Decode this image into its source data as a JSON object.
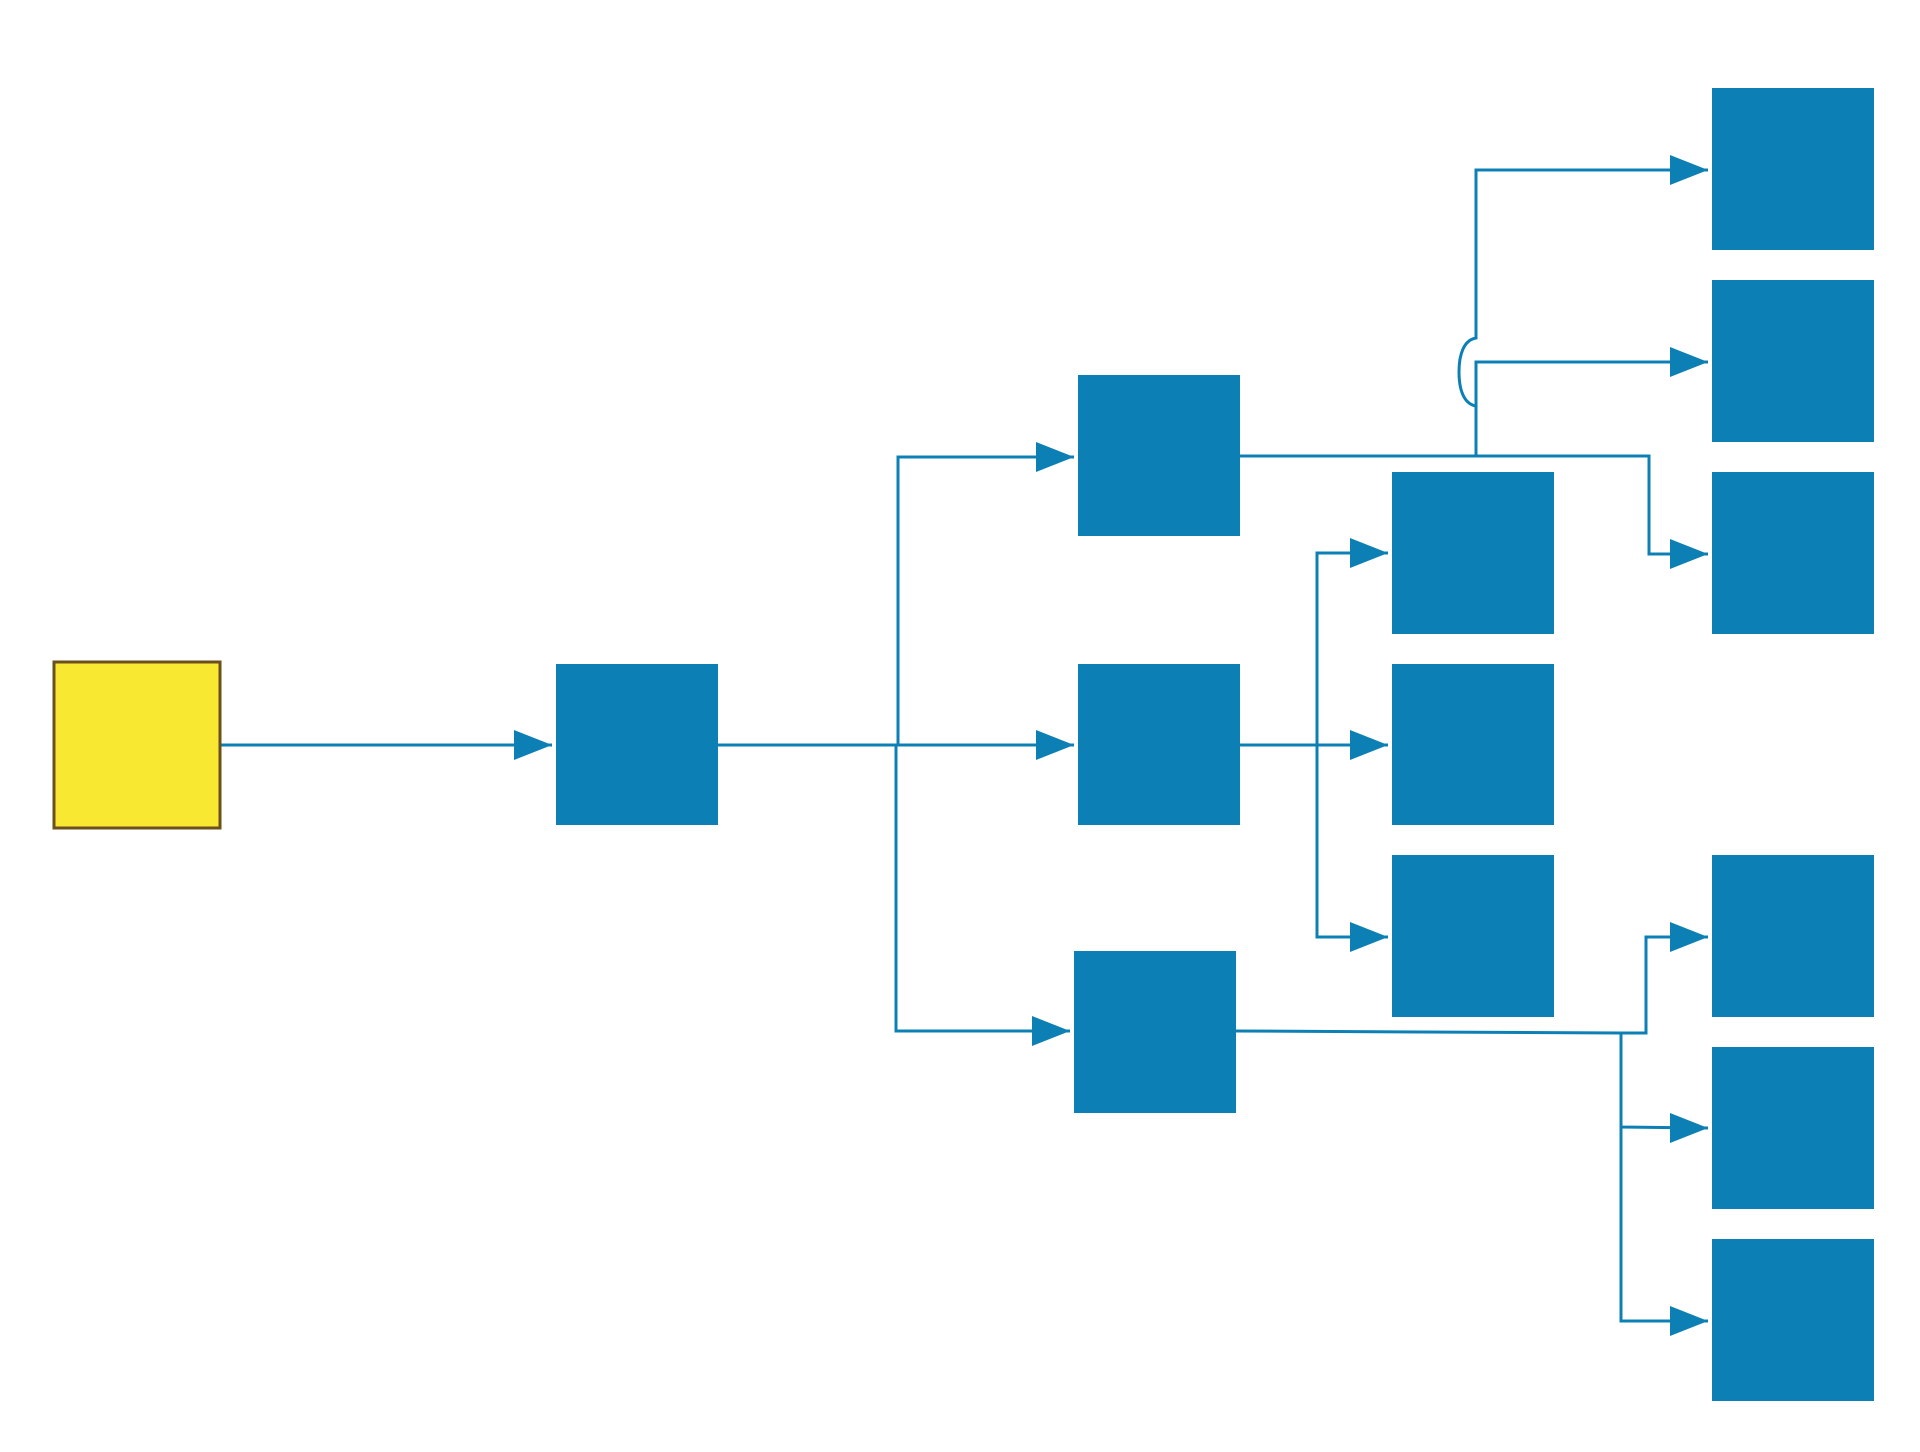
{
  "diagram": {
    "type": "tree-flowchart",
    "colors": {
      "background": "#ffffff",
      "root_fill": "#f8e831",
      "root_stroke": "#6b4f1d",
      "node_fill": "#0c80b4",
      "connector": "#0c80b4"
    },
    "nodes": [
      {
        "id": "root",
        "kind": "root",
        "label": ""
      },
      {
        "id": "hub",
        "kind": "node",
        "label": ""
      },
      {
        "id": "branch-top",
        "kind": "node",
        "label": ""
      },
      {
        "id": "branch-middle",
        "kind": "node",
        "label": ""
      },
      {
        "id": "branch-bottom",
        "kind": "node",
        "label": ""
      },
      {
        "id": "mid-child-1",
        "kind": "node",
        "label": ""
      },
      {
        "id": "mid-child-2",
        "kind": "node",
        "label": ""
      },
      {
        "id": "mid-child-3",
        "kind": "node",
        "label": ""
      },
      {
        "id": "top-child-1",
        "kind": "node",
        "label": ""
      },
      {
        "id": "top-child-2",
        "kind": "node",
        "label": ""
      },
      {
        "id": "top-child-3",
        "kind": "node",
        "label": ""
      },
      {
        "id": "bottom-child-1",
        "kind": "node",
        "label": ""
      },
      {
        "id": "bottom-child-2",
        "kind": "node",
        "label": ""
      },
      {
        "id": "bottom-child-3",
        "kind": "node",
        "label": ""
      }
    ],
    "edges": [
      {
        "from": "root",
        "to": "hub"
      },
      {
        "from": "hub",
        "to": "branch-top"
      },
      {
        "from": "hub",
        "to": "branch-middle"
      },
      {
        "from": "hub",
        "to": "branch-bottom"
      },
      {
        "from": "branch-middle",
        "to": "mid-child-1"
      },
      {
        "from": "branch-middle",
        "to": "mid-child-2"
      },
      {
        "from": "branch-middle",
        "to": "mid-child-3"
      },
      {
        "from": "branch-top",
        "to": "top-child-1"
      },
      {
        "from": "branch-top",
        "to": "top-child-2"
      },
      {
        "from": "branch-top",
        "to": "top-child-3"
      },
      {
        "from": "branch-bottom",
        "to": "bottom-child-1"
      },
      {
        "from": "branch-bottom",
        "to": "bottom-child-2"
      },
      {
        "from": "branch-bottom",
        "to": "bottom-child-3"
      }
    ]
  }
}
